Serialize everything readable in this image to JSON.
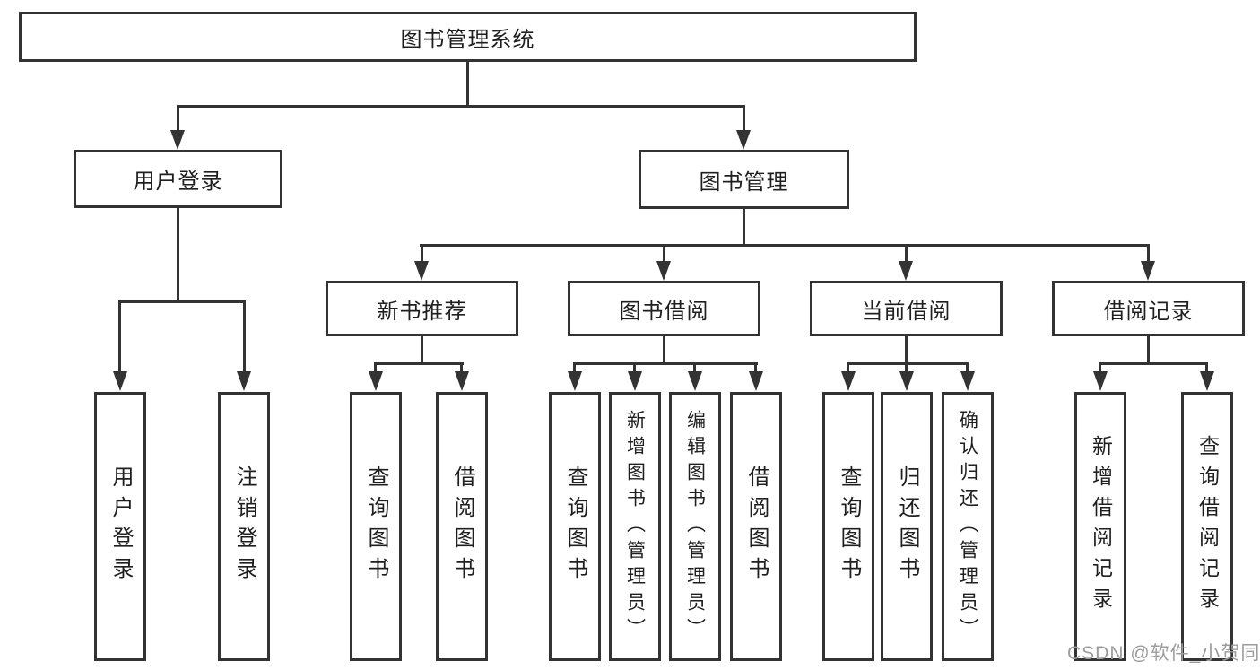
{
  "colors": {
    "line": "#333333",
    "text": "#1f1f1f",
    "box_background": "#ffffff",
    "page_background": "#ffffff",
    "watermark": "#9c9c9c"
  },
  "watermark": {
    "text": "CSDN @软件_小贺同学"
  },
  "tree": {
    "label": "图书管理系统",
    "children": [
      {
        "label": "用户登录",
        "children": [
          {
            "label": "用户登录"
          },
          {
            "label": "注销登录"
          }
        ]
      },
      {
        "label": "图书管理",
        "children": [
          {
            "label": "新书推荐",
            "children": [
              {
                "label": "查询图书"
              },
              {
                "label": "借阅图书"
              }
            ]
          },
          {
            "label": "图书借阅",
            "children": [
              {
                "label": "查询图书"
              },
              {
                "label": "新增图书（管理员）"
              },
              {
                "label": "编辑图书（管理员）"
              },
              {
                "label": "借阅图书"
              }
            ]
          },
          {
            "label": "当前借阅",
            "children": [
              {
                "label": "查询图书"
              },
              {
                "label": "归还图书"
              },
              {
                "label": "确认归还（管理员）"
              }
            ]
          },
          {
            "label": "借阅记录",
            "children": [
              {
                "label": "新增借阅记录"
              },
              {
                "label": "查询借阅记录"
              }
            ]
          }
        ]
      }
    ]
  }
}
